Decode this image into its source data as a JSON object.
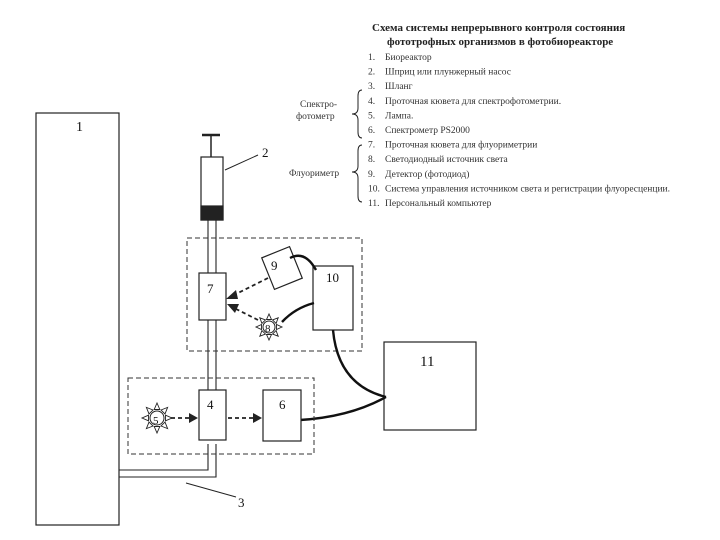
{
  "title_lines": [
    "Схема системы непрерывного контроля состояния",
    "фототрофных организмов в фотобиореакторе"
  ],
  "legend": [
    {
      "num": "1.",
      "text": "Биореактор"
    },
    {
      "num": "2.",
      "text": "Шприц или плунжерный насос"
    },
    {
      "num": "3.",
      "text": "Шланг"
    },
    {
      "num": "4.",
      "text": "Проточная кювета для спектрофотометрии."
    },
    {
      "num": "5.",
      "text": "Лампа."
    },
    {
      "num": "6.",
      "text": "Спектрометр PS2000"
    },
    {
      "num": "7.",
      "text": "Проточная кювета для флуориметрии"
    },
    {
      "num": "8.",
      "text": "Светодиодный источник света"
    },
    {
      "num": "9.",
      "text": "Детектор (фотодиод)"
    },
    {
      "num": "10.",
      "text": "Система управления источником света и регистрации флуоресценции."
    },
    {
      "num": "11.",
      "text": "Персональный компьютер"
    }
  ],
  "groups": {
    "spectro_line1": "Спектро-",
    "spectro_line2": "фотометр",
    "fluoro": "Флуориметр"
  },
  "labels": {
    "n1": "1",
    "n2": "2",
    "n3": "3",
    "n4": "4",
    "n5": "5",
    "n6": "6",
    "n7": "7",
    "n8": "8",
    "n9": "9",
    "n10": "10",
    "n11": "11"
  }
}
